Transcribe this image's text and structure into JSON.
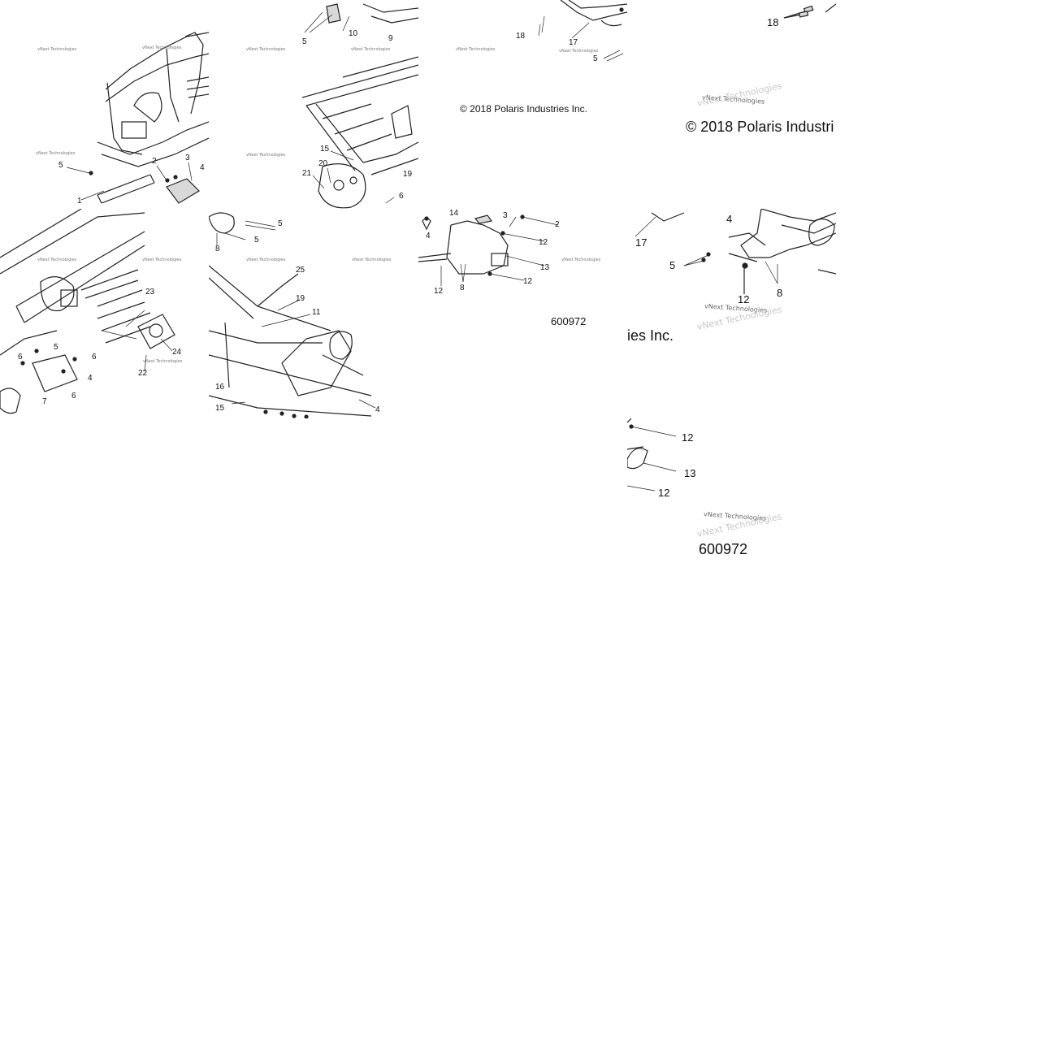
{
  "copyright": "© 2018 Polaris Industries Inc.",
  "copyright_fragment_right": "© 2018 Polaris Industri",
  "copyright_fragment_left": "ies Inc.",
  "figure_number": "600972",
  "watermark": "vNext Technologies",
  "callouts": {
    "t1": [
      "5",
      "2",
      "3",
      "4",
      "1"
    ],
    "t2": [
      "5",
      "10",
      "9",
      "15",
      "20",
      "21",
      "19",
      "6"
    ],
    "t3": [
      "18",
      "17",
      "5"
    ],
    "t4": [
      "18"
    ],
    "t5": [
      "23",
      "24",
      "22",
      "6",
      "6",
      "5",
      "4",
      "6",
      "7"
    ],
    "t6": [
      "5",
      "8",
      "5",
      "25",
      "19",
      "11",
      "16",
      "15",
      "4"
    ],
    "t7": [
      "14",
      "3",
      "2",
      "4",
      "12",
      "13",
      "12",
      "8",
      "12"
    ],
    "t8": [
      "17",
      "4",
      "5",
      "12",
      "8"
    ],
    "t9": [
      "12",
      "13",
      "12"
    ]
  }
}
